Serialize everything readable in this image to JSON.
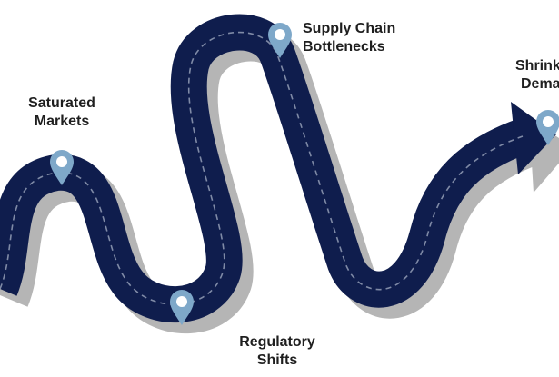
{
  "colors": {
    "road": "#0f1d4d",
    "road_shadow": "#b5b5b5",
    "dash": "#7f8aa6",
    "pin": "#7ea8c9",
    "pin_hole": "#ffffff",
    "text": "#1f1f1f"
  },
  "milestones": [
    {
      "line1": "Saturated",
      "line2": "Markets",
      "icon": "map-pin-icon"
    },
    {
      "line1": "Regulatory",
      "line2": "Shifts",
      "icon": "map-pin-icon"
    },
    {
      "line1": "Supply Chain",
      "line2": "Bottlenecks",
      "icon": "map-pin-icon"
    },
    {
      "line1": "Shrinking",
      "line2": "Demand",
      "icon": "map-pin-icon"
    }
  ]
}
